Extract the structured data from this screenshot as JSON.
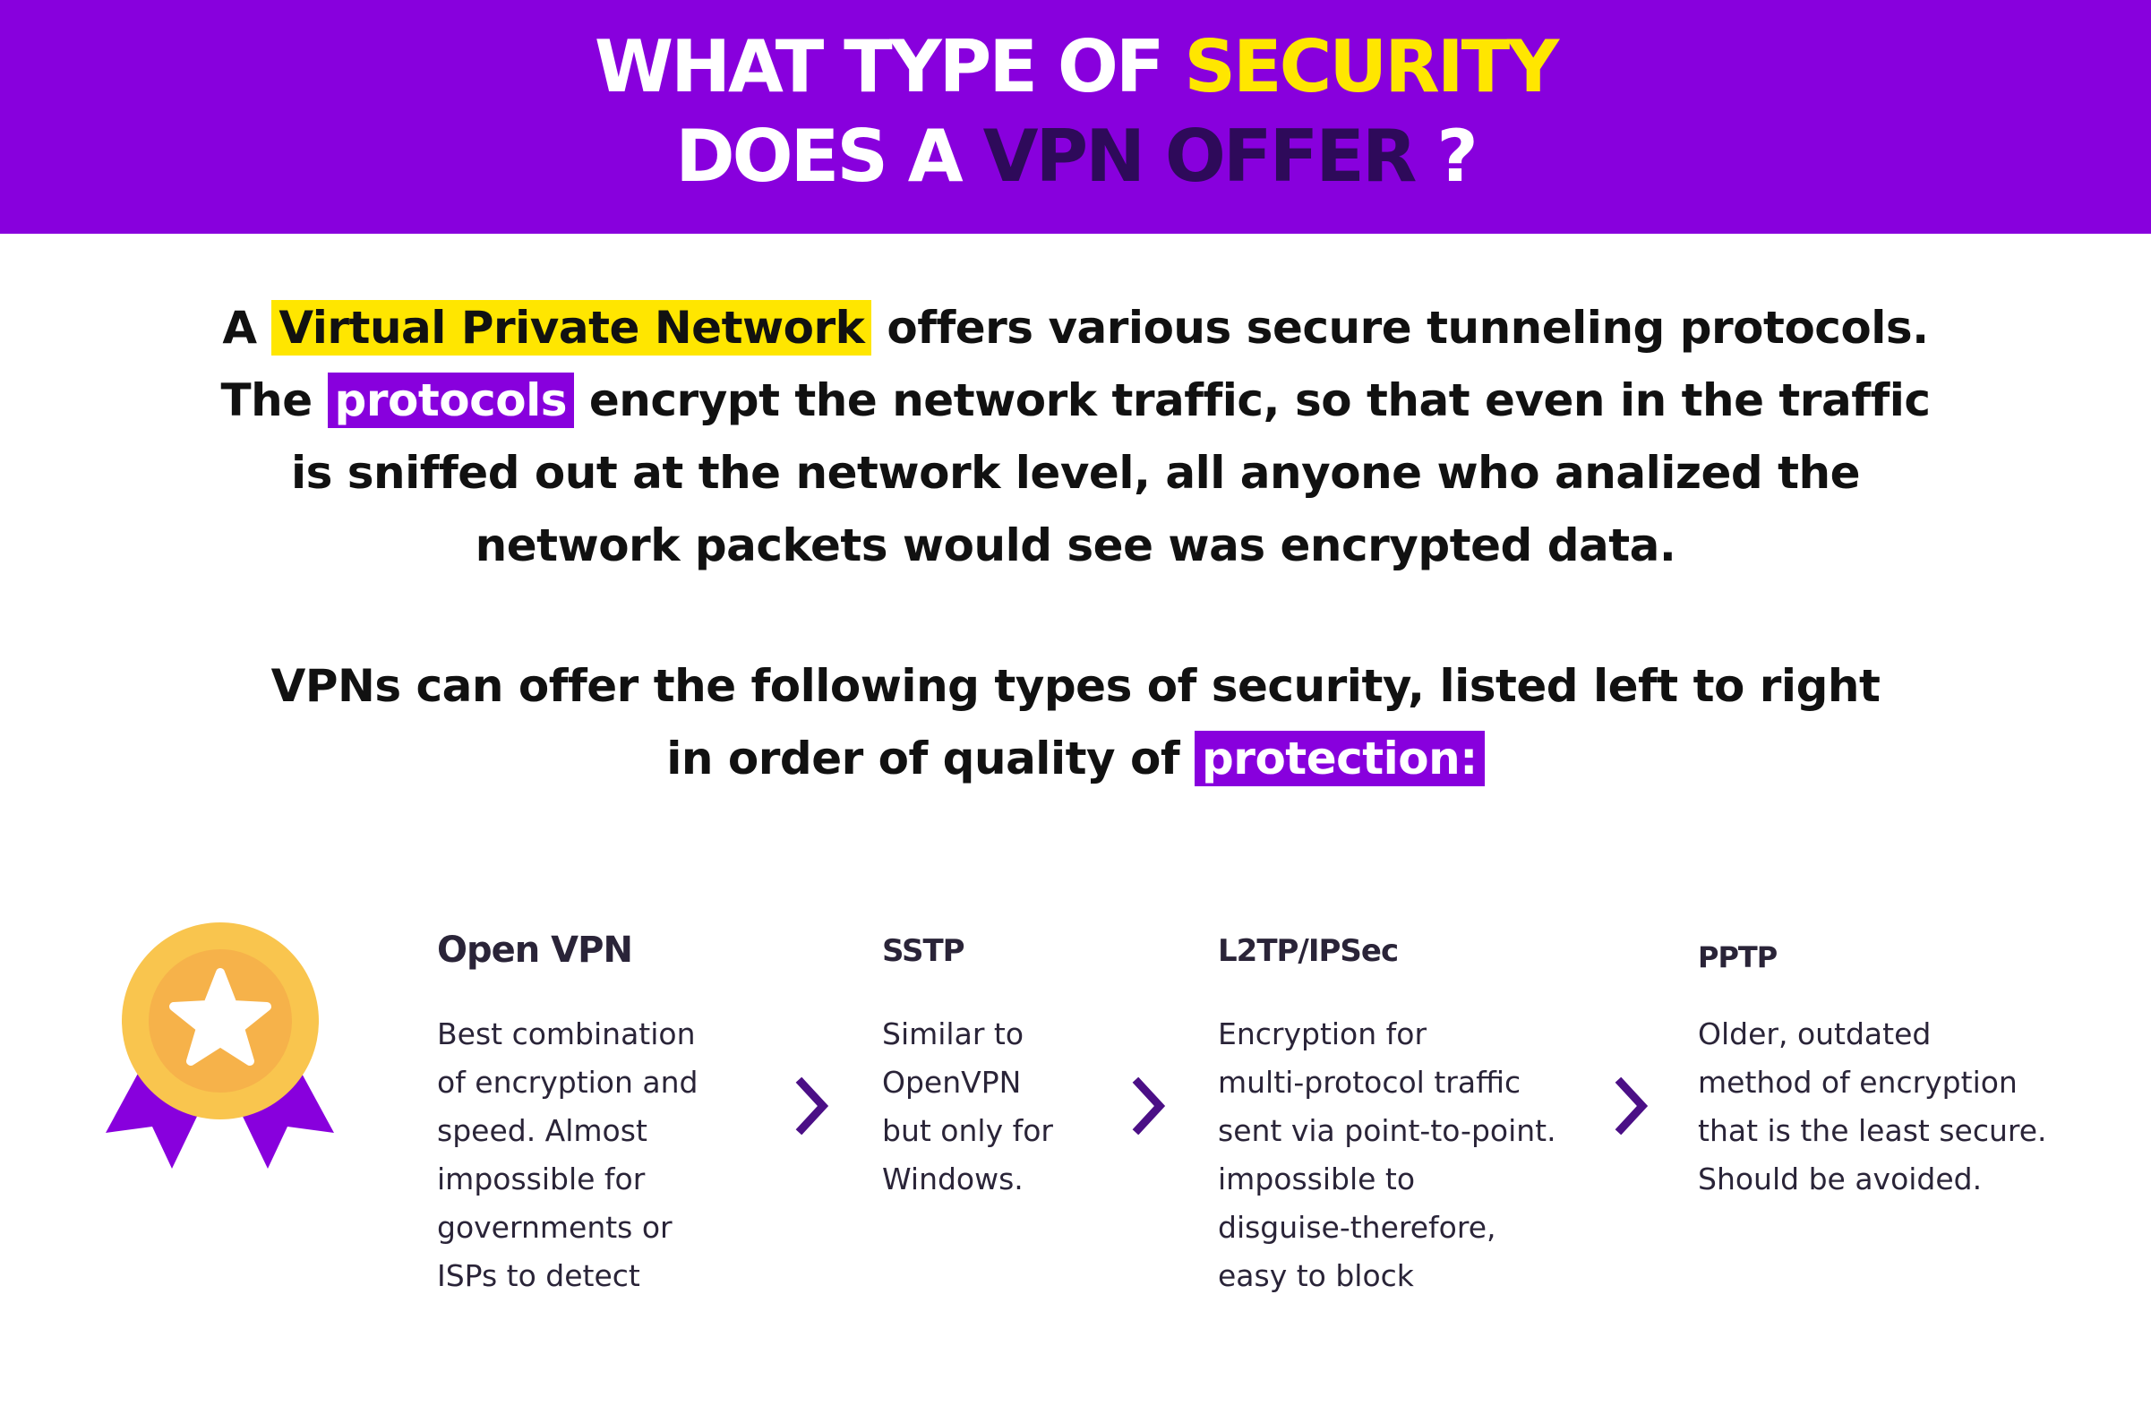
{
  "header": {
    "line1_part1": "WHAT TYPE OF ",
    "line1_highlight": "SECURITY",
    "line2_part1": "DOES A ",
    "line2_highlight": "VPN OFFER",
    "line2_part2": " ?"
  },
  "intro": {
    "p1_line1_prefix": "A ",
    "p1_line1_highlight": "Virtual Private Network",
    "p1_line1_suffix": " offers various secure tunneling protocols.",
    "p1_line2_prefix": "The ",
    "p1_line2_highlight": "protocols",
    "p1_line2_suffix": " encrypt the network traffic, so that even in the traffic",
    "p1_line3": "is sniffed out at the network level, all anyone who analized the",
    "p1_line4": "network packets would see was encrypted data.",
    "p2_line1": "VPNs can offer the following types of security, listed left to right",
    "p2_line2_prefix": "in order of quality of ",
    "p2_line2_highlight": "protection:"
  },
  "protocols": [
    {
      "name": "Open VPN",
      "lines": [
        "Best combination",
        "of encryption and",
        "speed. Almost",
        "impossible for",
        "governments or",
        "ISPs to detect"
      ]
    },
    {
      "name": "SSTP",
      "lines": [
        "Similar to",
        "OpenVPN",
        "but only for",
        "Windows."
      ]
    },
    {
      "name": "L2TP/IPSec",
      "lines": [
        "Encryption for",
        "multi-protocol traffic",
        "sent via point-to-point.",
        "impossible to",
        "disguise-therefore,",
        "easy to block"
      ]
    },
    {
      "name": "PPTP",
      "lines": [
        "Older, outdated",
        "method of encryption",
        "that is the least secure.",
        "Should be avoided."
      ]
    }
  ],
  "icons": {
    "medal": "medal-star-icon",
    "chevron": "chevron-right-icon"
  },
  "colors": {
    "purple": "#8800DD",
    "yellow": "#FFE600",
    "dark_purple": "#2E0A5A",
    "medal_gold": "#F9C54E",
    "medal_inner": "#F6B24A",
    "ribbon": "#8800DD",
    "chevron": "#4B0F86"
  }
}
